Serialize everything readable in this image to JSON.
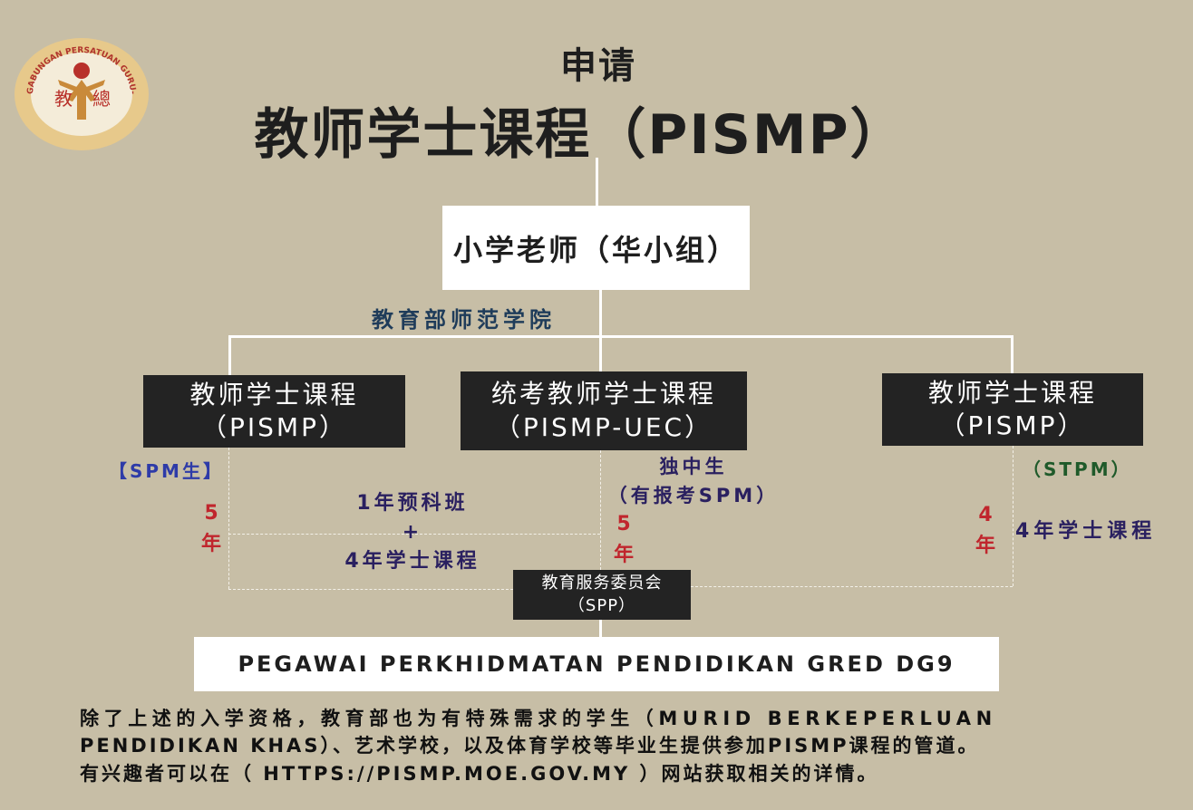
{
  "logo": {
    "ring_text": "GABUNGAN PERSATUAN GURU-GURU SEKOLAH CINA",
    "center_chars": [
      "教",
      "總"
    ]
  },
  "title": {
    "small": "申请",
    "main": "教师学士课程（PISMP）"
  },
  "root_box": "小学老师（华小组）",
  "institute_label": "教育部师范学院",
  "programs": {
    "left": {
      "line1": "教师学士课程",
      "line2": "（PISMP）"
    },
    "mid": {
      "line1": "统考教师学士课程",
      "line2": "（PISMP-UEC）"
    },
    "right": {
      "line1": "教师学士课程",
      "line2": "（PISMP）"
    }
  },
  "notes": {
    "spm": "【SPM生】",
    "left_years_num": "5",
    "left_years_unit": "年",
    "prep_line1": "1年预科班",
    "prep_plus": "+",
    "prep_line2": "4年学士课程",
    "indep_line1": "独中生",
    "indep_line2": "（有报考SPM）",
    "mid_years_num": "5",
    "mid_years_unit": "年",
    "stpm": "（STPM）",
    "right_years_num": "4",
    "right_years_unit": "年",
    "right_course": "4年学士课程"
  },
  "spp_box": {
    "line1": "教育服务委员会",
    "line2": "（SPP）"
  },
  "final_box": "PEGAWAI PERKHIDMATAN PENDIDIKAN GRED DG9",
  "footnote": {
    "line1": "除了上述的入学资格，教育部也为有特殊需求的学生（MURID BERKEPERLUAN",
    "line2": "PENDIDIKAN KHAS）、艺术学校，以及体育学校等毕业生提供参加PISMP课程的管道。",
    "line3": "有兴趣者可以在（ HTTPS://PISMP.MOE.GOV.MY ）网站获取相关的详情。"
  },
  "colors": {
    "background": "#c7bea6",
    "dark_box": "#232323",
    "white_box": "#ffffff",
    "years_red": "#c0262d",
    "label_navy": "#2a2060",
    "label_blue": "#2e3ba8",
    "stpm_green": "#1f5a2a"
  }
}
